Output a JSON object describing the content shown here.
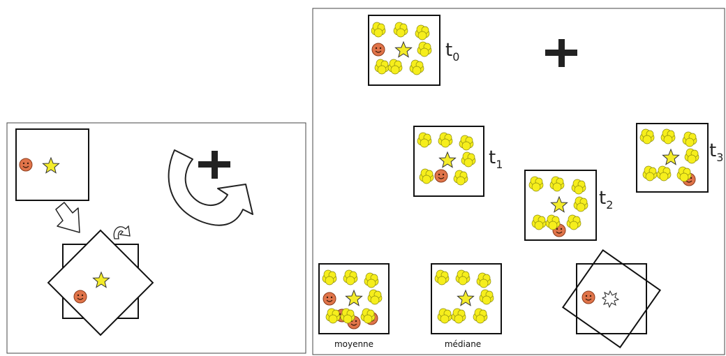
{
  "frames": {
    "t0": {
      "letter": "t",
      "sub": "0"
    },
    "t1": {
      "letter": "t",
      "sub": "1"
    },
    "t2": {
      "letter": "t",
      "sub": "2"
    },
    "t3": {
      "letter": "t",
      "sub": "3"
    }
  },
  "captions": {
    "mean": "moyenne",
    "median": "médiane"
  },
  "colors": {
    "star": "#f4ec2a",
    "cloud": "#f6ee1c",
    "face": "#e0744a",
    "frame": "#111111",
    "arrow_fill": "#ffffff"
  },
  "icons": [
    "smiley-face-icon",
    "star-icon",
    "cloud-icon",
    "fixation-cross-icon",
    "curved-arrow-icon",
    "rotation-arrow-icon",
    "burst-star-icon"
  ]
}
